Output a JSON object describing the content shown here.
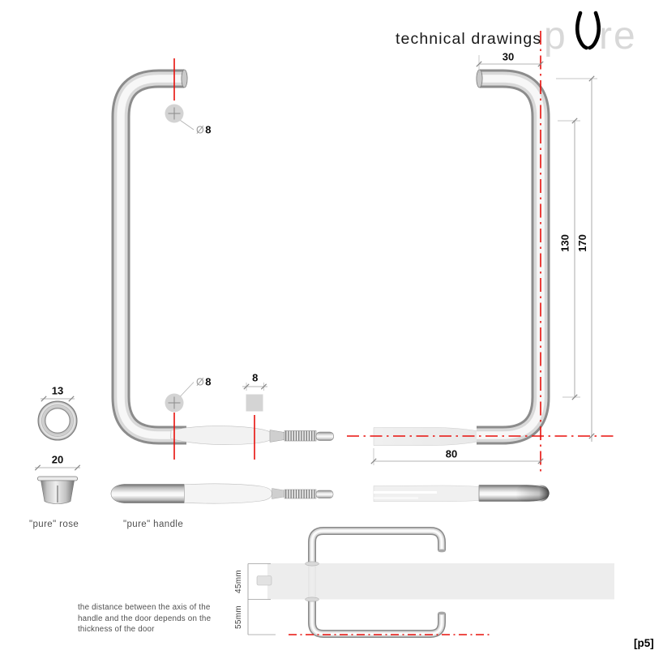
{
  "page": {
    "title": "technical drawings",
    "page_number": "[p5]",
    "note": "the distance between the axis of the\nhandle and the door  depends on the\nthickness of the door"
  },
  "logo": {
    "prefix": "p",
    "mid": "U",
    "suffix": "re"
  },
  "captions": {
    "rose": "\"pure\" rose",
    "handle": "\"pure\" handle"
  },
  "symbols": {
    "diameter": "Ø"
  },
  "dims": {
    "top_bend_width": "30",
    "grip_straight_length": "130",
    "overall_height": "170",
    "arm_length": "80",
    "fixing_top": "8",
    "fixing_bottom": "8",
    "square_spindle": "8",
    "rose_hole_diameter": "13",
    "rose_base_diameter": "20",
    "door_thickness": "45mm",
    "axis_to_door_distance": "55mm"
  },
  "colors": {
    "accent_red": "#e8100c",
    "dimension_gray": "#9c9c9c",
    "logo_gray": "#d8d8d8",
    "steel_light": "#f7f7f7",
    "steel_dark": "#8c8c8c"
  }
}
